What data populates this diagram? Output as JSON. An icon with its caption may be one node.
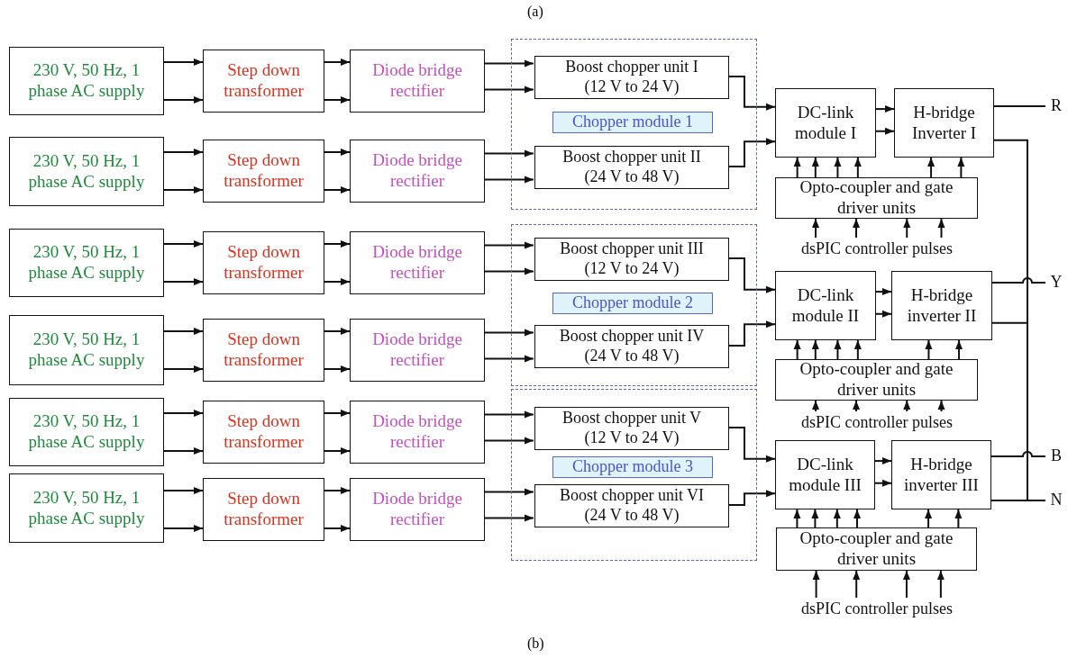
{
  "diagram": {
    "nodes": [
      {
        "text": [
          "230 V, 50 Hz, 1 phase AC supply"
        ]
      },
      {
        "text": [
          "Step down transformer"
        ]
      },
      {
        "text": [
          "Diode bridge rectifier"
        ]
      },
      {
        "text": [
          "230 V, 50 Hz, 1 phase AC supply"
        ]
      },
      {
        "text": [
          "Step down transformer"
        ]
      },
      {
        "text": [
          "Diode bridge rectifier"
        ]
      },
      {
        "text": [
          "230 V, 50 Hz, 1 phase AC supply"
        ]
      },
      {
        "text": [
          "Step down transformer"
        ]
      },
      {
        "text": [
          "Diode bridge rectifier"
        ]
      },
      {
        "text": [
          "230 V, 50 Hz, 1 phase AC supply"
        ]
      },
      {
        "text": [
          "Step down transformer"
        ]
      },
      {
        "text": [
          "Diode bridge rectifier"
        ]
      },
      {
        "text": [
          "230 V, 50 Hz, 1 phase AC supply"
        ]
      },
      {
        "text": [
          "Step down transformer"
        ]
      },
      {
        "text": [
          "Diode bridge rectifier"
        ]
      },
      {
        "text": [
          "230 V, 50 Hz, 1 phase AC supply"
        ]
      },
      {
        "text": [
          "Step down transformer"
        ]
      },
      {
        "text": [
          "Diode bridge rectifier"
        ]
      },
      {
        "text": [
          "Chopper module 1"
        ]
      },
      {
        "text": [
          "Chopper module 2"
        ]
      },
      {
        "text": [
          "Chopper module 3"
        ]
      },
      {
        "text": [
          "Boost chopper unit I",
          "(12 V to 24 V)"
        ],
        "in": 18
      },
      {
        "text": [
          "Boost chopper unit II",
          "(24 V to 48 V)"
        ],
        "in": 18
      },
      {
        "text": [
          "Boost chopper unit III",
          "(12 V to 24 V)"
        ],
        "in": 19
      },
      {
        "text": [
          "Boost chopper unit IV",
          "(24 V to 48 V)"
        ],
        "in": 19
      },
      {
        "text": [
          "Boost chopper unit V",
          "(12 V to 24 V)"
        ],
        "in": 20
      },
      {
        "text": [
          "Boost chopper unit VI",
          "(24 V to 48 V)"
        ],
        "in": 20
      },
      {
        "text": [
          "DC-link module I"
        ]
      },
      {
        "text": [
          "DC-link module II"
        ]
      },
      {
        "text": [
          "DC-link module III"
        ]
      },
      {
        "text": [
          "H-bridge Inverter I"
        ]
      },
      {
        "text": [
          "H-bridge inverter II"
        ]
      },
      {
        "text": [
          "H-bridge inverter III"
        ]
      },
      {
        "text": [
          "Opto-coupler and gate driver units"
        ]
      },
      {
        "text": [
          "Opto-coupler and gate driver units"
        ]
      },
      {
        "text": [
          "Opto-coupler and gate driver units"
        ]
      },
      {
        "text": [
          "dsPIC controller pulses"
        ]
      },
      {
        "text": [
          "dsPIC controller pulses"
        ]
      },
      {
        "text": [
          "dsPIC controller pulses"
        ]
      },
      {
        "text": [
          "R"
        ]
      },
      {
        "text": [
          "Y"
        ]
      },
      {
        "text": [
          "B"
        ]
      },
      {
        "text": [
          "N"
        ]
      }
    ],
    "edges": [
      {
        "from": 0,
        "to": 1,
        "arrow": "to"
      },
      {
        "from": 0,
        "to": 1,
        "arrow": "to"
      },
      {
        "from": 1,
        "to": 2,
        "arrow": "to"
      },
      {
        "from": 1,
        "to": 2,
        "arrow": "to"
      },
      {
        "from": 2,
        "to": 21,
        "arrow": "to"
      },
      {
        "from": 2,
        "to": 21,
        "arrow": "to"
      },
      {
        "from": 3,
        "to": 4,
        "arrow": "to"
      },
      {
        "from": 3,
        "to": 4,
        "arrow": "to"
      },
      {
        "from": 4,
        "to": 5,
        "arrow": "to"
      },
      {
        "from": 4,
        "to": 5,
        "arrow": "to"
      },
      {
        "from": 5,
        "to": 22,
        "arrow": "to"
      },
      {
        "from": 5,
        "to": 22,
        "arrow": "to"
      },
      {
        "from": 6,
        "to": 7,
        "arrow": "to"
      },
      {
        "from": 6,
        "to": 7,
        "arrow": "to"
      },
      {
        "from": 7,
        "to": 8,
        "arrow": "to"
      },
      {
        "from": 7,
        "to": 8,
        "arrow": "to"
      },
      {
        "from": 8,
        "to": 23,
        "arrow": "to"
      },
      {
        "from": 8,
        "to": 23,
        "arrow": "to"
      },
      {
        "from": 9,
        "to": 10,
        "arrow": "to"
      },
      {
        "from": 9,
        "to": 10,
        "arrow": "to"
      },
      {
        "from": 10,
        "to": 11,
        "arrow": "to"
      },
      {
        "from": 10,
        "to": 11,
        "arrow": "to"
      },
      {
        "from": 11,
        "to": 24,
        "arrow": "to"
      },
      {
        "from": 11,
        "to": 24,
        "arrow": "to"
      },
      {
        "from": 12,
        "to": 13,
        "arrow": "to"
      },
      {
        "from": 12,
        "to": 13,
        "arrow": "to"
      },
      {
        "from": 13,
        "to": 14,
        "arrow": "to"
      },
      {
        "from": 13,
        "to": 14,
        "arrow": "to"
      },
      {
        "from": 14,
        "to": 25,
        "arrow": "to"
      },
      {
        "from": 14,
        "to": 25,
        "arrow": "to"
      },
      {
        "from": 15,
        "to": 16,
        "arrow": "to"
      },
      {
        "from": 15,
        "to": 16,
        "arrow": "to"
      },
      {
        "from": 16,
        "to": 17,
        "arrow": "to"
      },
      {
        "from": 16,
        "to": 17,
        "arrow": "to"
      },
      {
        "from": 17,
        "to": 26,
        "arrow": "to"
      },
      {
        "from": 17,
        "to": 26,
        "arrow": "to"
      },
      {
        "from": 21,
        "to": 27,
        "arrow": "to"
      },
      {
        "from": 22,
        "to": 27,
        "arrow": "to"
      },
      {
        "from": 23,
        "to": 28,
        "arrow": "to"
      },
      {
        "from": 24,
        "to": 28,
        "arrow": "to"
      },
      {
        "from": 25,
        "to": 29,
        "arrow": "to"
      },
      {
        "from": 26,
        "to": 29,
        "arrow": "to"
      },
      {
        "from": 27,
        "to": 30,
        "arrow": "to"
      },
      {
        "from": 27,
        "to": 30,
        "arrow": "to"
      },
      {
        "from": 33,
        "to": 27,
        "arrow": "to"
      },
      {
        "from": 33,
        "to": 27,
        "arrow": "to"
      },
      {
        "from": 33,
        "to": 27,
        "arrow": "to"
      },
      {
        "from": 33,
        "to": 27,
        "arrow": "to"
      },
      {
        "from": 33,
        "to": 30,
        "arrow": "to"
      },
      {
        "from": 33,
        "to": 30,
        "arrow": "to"
      },
      {
        "from": 36,
        "to": 33,
        "arrow": "to"
      },
      {
        "from": 36,
        "to": 33,
        "arrow": "to"
      },
      {
        "from": 36,
        "to": 33,
        "arrow": "to"
      },
      {
        "from": 36,
        "to": 33,
        "arrow": "to"
      },
      {
        "from": 28,
        "to": 31,
        "arrow": "to"
      },
      {
        "from": 28,
        "to": 31,
        "arrow": "to"
      },
      {
        "from": 34,
        "to": 28,
        "arrow": "to"
      },
      {
        "from": 34,
        "to": 28,
        "arrow": "to"
      },
      {
        "from": 34,
        "to": 28,
        "arrow": "to"
      },
      {
        "from": 34,
        "to": 28,
        "arrow": "to"
      },
      {
        "from": 34,
        "to": 31,
        "arrow": "to"
      },
      {
        "from": 34,
        "to": 31,
        "arrow": "to"
      },
      {
        "from": 37,
        "to": 34,
        "arrow": "to"
      },
      {
        "from": 37,
        "to": 34,
        "arrow": "to"
      },
      {
        "from": 37,
        "to": 34,
        "arrow": "to"
      },
      {
        "from": 37,
        "to": 34,
        "arrow": "to"
      },
      {
        "from": 29,
        "to": 32,
        "arrow": "to"
      },
      {
        "from": 29,
        "to": 32,
        "arrow": "to"
      },
      {
        "from": 35,
        "to": 29,
        "arrow": "to"
      },
      {
        "from": 35,
        "to": 29,
        "arrow": "to"
      },
      {
        "from": 35,
        "to": 29,
        "arrow": "to"
      },
      {
        "from": 35,
        "to": 29,
        "arrow": "to"
      },
      {
        "from": 35,
        "to": 32,
        "arrow": "to"
      },
      {
        "from": 35,
        "to": 32,
        "arrow": "to"
      },
      {
        "from": 38,
        "to": 35,
        "arrow": "to"
      },
      {
        "from": 38,
        "to": 35,
        "arrow": "to"
      },
      {
        "from": 38,
        "to": 35,
        "arrow": "to"
      },
      {
        "from": 38,
        "to": 35,
        "arrow": "to"
      },
      {
        "from": 30,
        "to": 39,
        "arrow": "none"
      },
      {
        "from": 31,
        "to": 40,
        "arrow": "none"
      },
      {
        "from": 32,
        "to": 41,
        "arrow": "none"
      },
      {
        "from": 30,
        "to": 42,
        "arrow": "none"
      },
      {
        "from": 31,
        "to": 42,
        "arrow": "none"
      },
      {
        "from": 32,
        "to": 42,
        "arrow": "none"
      }
    ],
    "labels": [
      "(a)",
      "(b)"
    ]
  }
}
